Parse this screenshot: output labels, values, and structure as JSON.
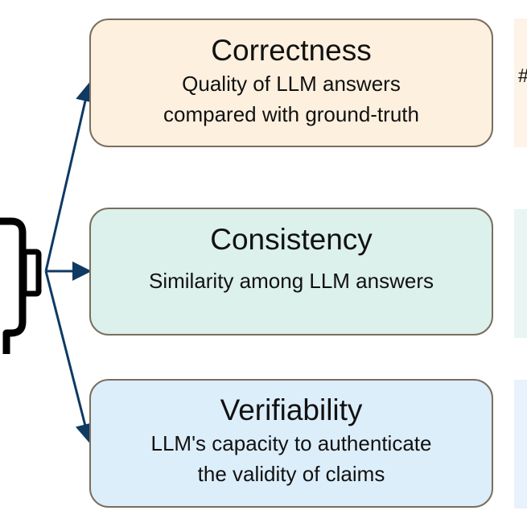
{
  "boxes": [
    {
      "title": "Correctness",
      "description_lines": [
        "Quality of LLM answers",
        "compared with ground-truth"
      ],
      "fill": "#fdf0df"
    },
    {
      "title": "Consistency",
      "description_lines": [
        "Similarity among LLM answers"
      ],
      "fill": "#dcf0ec"
    },
    {
      "title": "Verifiability",
      "description_lines": [
        "LLM's capacity to authenticate",
        "the validity of claims"
      ],
      "fill": "#ddeefb"
    }
  ],
  "side_panels": [
    {
      "text": "#",
      "fill": "#fdf3e6"
    },
    {
      "text": "",
      "fill": "#e8f5f3"
    },
    {
      "text": "",
      "fill": "#e8f2fc"
    }
  ],
  "colors": {
    "arrow": "#0e3a63",
    "border": "#7a6e5e",
    "icon": "#000000"
  },
  "icons": {
    "source": "robot-icon"
  }
}
